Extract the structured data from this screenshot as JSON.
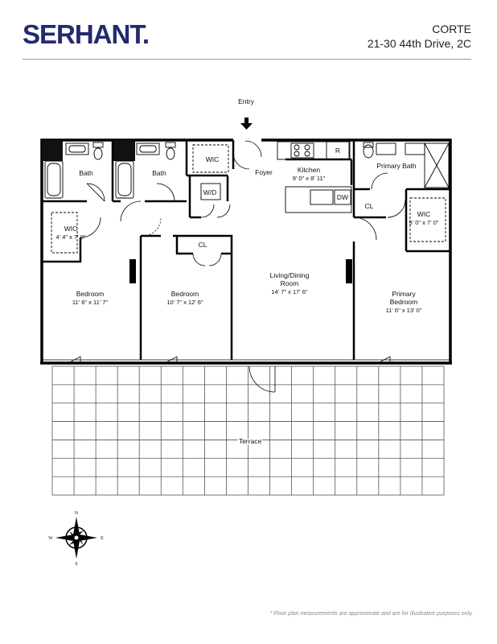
{
  "header": {
    "brand": "SERHANT.",
    "building": "CORTE",
    "address": "21-30 44th Drive, 2C"
  },
  "labels": {
    "entry": "Entry",
    "foyer": "Foyer",
    "bath1": "Bath",
    "bath2": "Bath",
    "wic_top": "WIC",
    "wd": "W/D",
    "kitchen": "Kitchen",
    "kitchen_dim": "9' 0\" x 8' 11\"",
    "r": "R",
    "dw": "DW",
    "primary_bath": "Primary Bath",
    "cl_primary": "CL",
    "wic_primary": "WIC",
    "wic_primary_dim": "5' 0\" x 7' 0\"",
    "wic_left": "WIC",
    "wic_left_dim": "4' 4\" x 7' 0\"",
    "cl_mid": "CL",
    "bedroom1": "Bedroom",
    "bedroom1_dim": "11' 6\" x 11' 7\"",
    "bedroom2": "Bedroom",
    "bedroom2_dim": "10' 7\" x 12' 6\"",
    "living_line1": "Living/Dining",
    "living_line2": "Room",
    "living_dim": "14' 7\" x 17' 6\"",
    "primary_bed_line1": "Primary",
    "primary_bed_line2": "Bedroom",
    "primary_bed_dim": "11' 6\" x 13' 0\"",
    "terrace": "Terrace"
  },
  "compass": {
    "n": "N",
    "s": "S",
    "e": "E",
    "w": "W"
  },
  "footnote": "* Floor plan measurements are approximate and are for illustrative purposes only."
}
